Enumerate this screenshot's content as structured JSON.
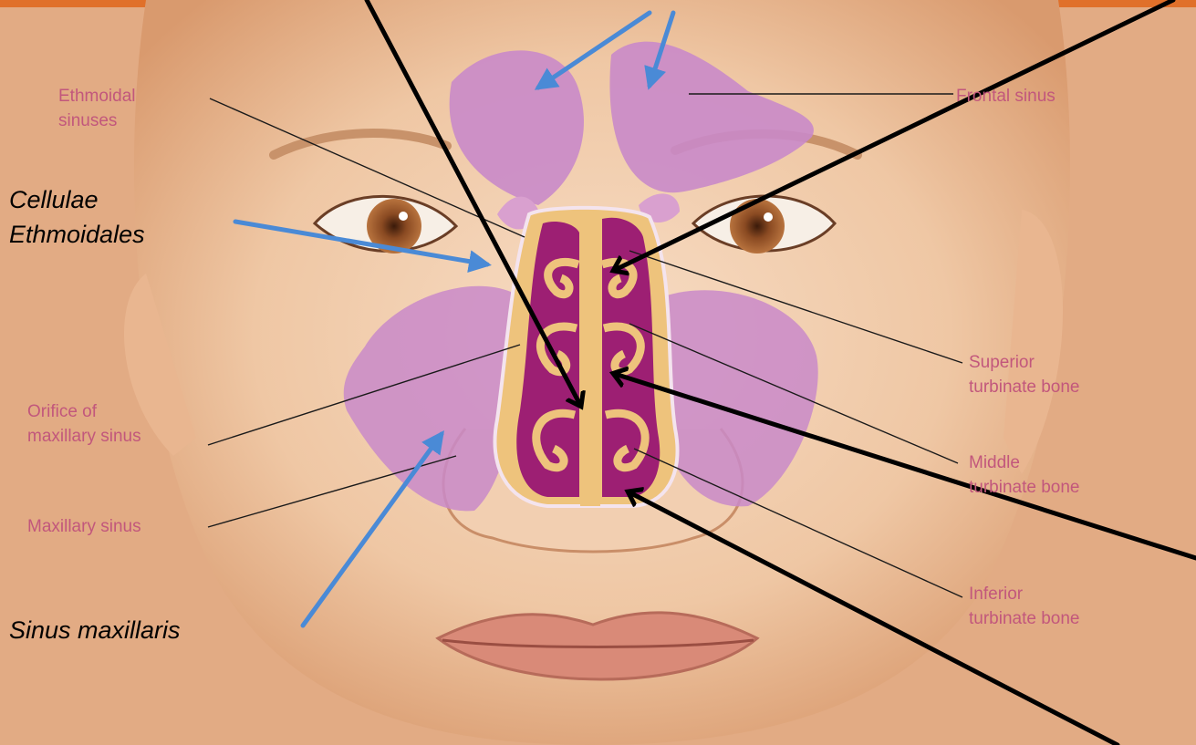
{
  "labels": {
    "ethmoidal": [
      "Ethmoidal",
      "sinuses"
    ],
    "frontal": "Frontal sinus",
    "orifice": [
      "Orifice of",
      "maxillary sinus"
    ],
    "maxillary": "Maxillary sinus",
    "superior": [
      "Superior",
      "turbinate bone"
    ],
    "middle": [
      "Middle",
      "turbinate bone"
    ],
    "inferior": [
      "Inferior",
      "turbinate bone"
    ]
  },
  "latin_labels": {
    "cellulae": [
      "Cellulae",
      "Ethmoidales"
    ],
    "sinus_maxillaris": "Sinus maxillaris"
  },
  "colors": {
    "sinus": "#c98ac9",
    "nasal_cavity": "#9d1f73",
    "bone": "#eec37c",
    "label_text": "#c2577c",
    "blue_arrow": "#4a8ad6",
    "black_arrow": "#000000"
  }
}
